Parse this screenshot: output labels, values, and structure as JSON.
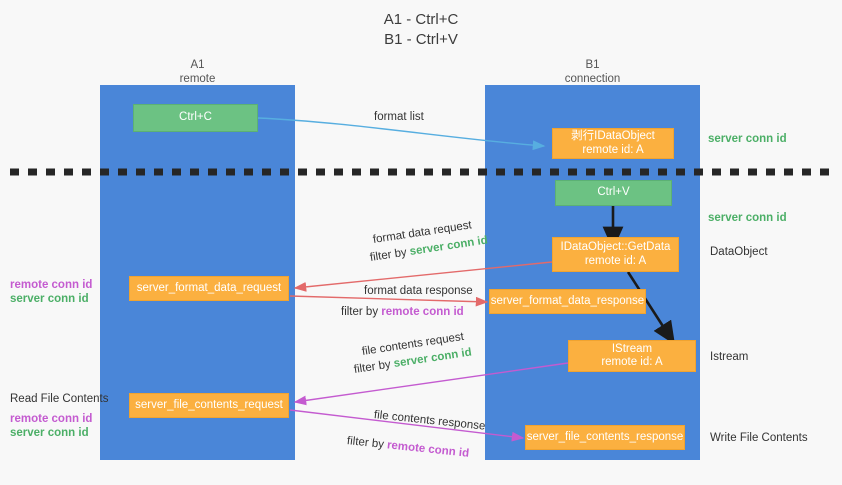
{
  "title": {
    "line1": "A1 - Ctrl+C",
    "line2": "B1 - Ctrl+V"
  },
  "colors": {
    "lane": "#4a86d8",
    "green_box": "#6cc283",
    "orange_box": "#fbb040",
    "server_conn_id": "#4caf67",
    "remote_conn_id": "#c45bd0",
    "arrow_blue": "#57aee0",
    "arrow_red": "#e36a6a",
    "arrow_magenta": "#c45bd0",
    "arrow_black": "#1a1a1a",
    "background": "#f8f8f8"
  },
  "lanes": [
    {
      "name": "A1",
      "sub": "remote"
    },
    {
      "name": "B1",
      "sub": "connection"
    }
  ],
  "boxes": {
    "ctrl_c": {
      "line1": "Ctrl+C",
      "line2": ""
    },
    "idataobject_top": {
      "line1": "剥行IDataObject",
      "line2": "remote id: A"
    },
    "ctrl_v": {
      "line1": "Ctrl+V",
      "line2": ""
    },
    "getdata": {
      "line1": "IDataObject::GetData",
      "line2": "remote id: A"
    },
    "format_data_request": {
      "line1": "server_format_data_request",
      "line2": ""
    },
    "format_data_response": {
      "line1": "server_format_data_response",
      "line2": ""
    },
    "istream": {
      "line1": "IStream",
      "line2": "remote id: A"
    },
    "file_contents_request": {
      "line1": "server_file_contents_request",
      "line2": ""
    },
    "file_contents_response": {
      "line1": "server_file_contents_response",
      "line2": ""
    }
  },
  "edge_labels": {
    "format_list": "format list",
    "format_data_request": {
      "line1": "format data request",
      "filter_prefix": "filter by ",
      "filter_value": "server conn id"
    },
    "format_data_response": {
      "line1": "format data response",
      "filter_prefix": "filter by ",
      "filter_value": "remote conn id"
    },
    "file_contents_request": {
      "line1": "file contents request",
      "filter_prefix": "filter by ",
      "filter_value": "server conn id"
    },
    "file_contents_response": {
      "line1": "file contents response",
      "filter_prefix": "filter by ",
      "filter_value": "remote conn id"
    }
  },
  "right_annotations": [
    {
      "text": "server conn id",
      "kind": "green"
    },
    {
      "text": "server conn id",
      "kind": "green"
    },
    {
      "text": "DataObject",
      "kind": "dark"
    },
    {
      "text": "Istream",
      "kind": "dark"
    },
    {
      "text": "Write File Contents",
      "kind": "dark"
    }
  ],
  "left_annotations": {
    "group1": {
      "remote": "remote conn id",
      "server": "server conn id"
    },
    "read_file_contents": "Read File Contents",
    "group2": {
      "remote": "remote conn id",
      "server": "server conn id"
    }
  }
}
